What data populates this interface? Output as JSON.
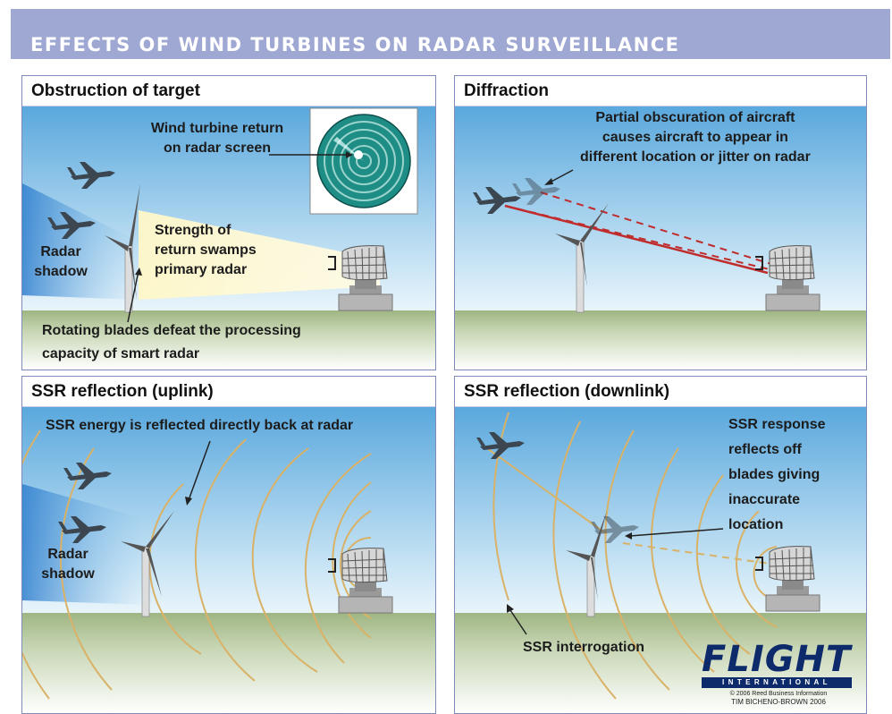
{
  "title": "EFFECTS OF WIND TURBINES ON RADAR SURVEILLANCE",
  "panels": {
    "obstruction": {
      "title": "Obstruction of target",
      "turbine_return": [
        "Wind turbine return",
        "on radar screen"
      ],
      "radar_shadow": [
        "Radar",
        "shadow"
      ],
      "strength": [
        "Strength of",
        "return swamps",
        "primary radar"
      ],
      "blades": [
        "Rotating blades defeat the processing",
        "capacity of smart radar"
      ]
    },
    "diffraction": {
      "title": "Diffraction",
      "obscuration": [
        "Partial obscuration of aircraft",
        "causes aircraft to appear in",
        "different location or jitter on radar"
      ]
    },
    "uplink": {
      "title": "SSR reflection (uplink)",
      "energy": "SSR energy is reflected directly back at radar",
      "radar_shadow": [
        "Radar",
        "shadow"
      ]
    },
    "downlink": {
      "title": "SSR reflection (downlink)",
      "response": [
        "SSR response",
        "reflects off",
        "blades giving",
        "inaccurate",
        "location"
      ],
      "interrogation": "SSR interrogation"
    }
  },
  "logo": {
    "name": "FLIGHT",
    "sub": "INTERNATIONAL",
    "copyright": "© 2006 Reed Business Information",
    "credit": "TIM BICHENO-BROWN 2006"
  },
  "colors": {
    "header": "#9fa8d3",
    "sky": "#5aa8dd",
    "ground": "#a9bd8f",
    "radar_screen": "#1d8d86",
    "ssr_wave": "#d9b267",
    "diffraction_line": "#c02c2c"
  }
}
